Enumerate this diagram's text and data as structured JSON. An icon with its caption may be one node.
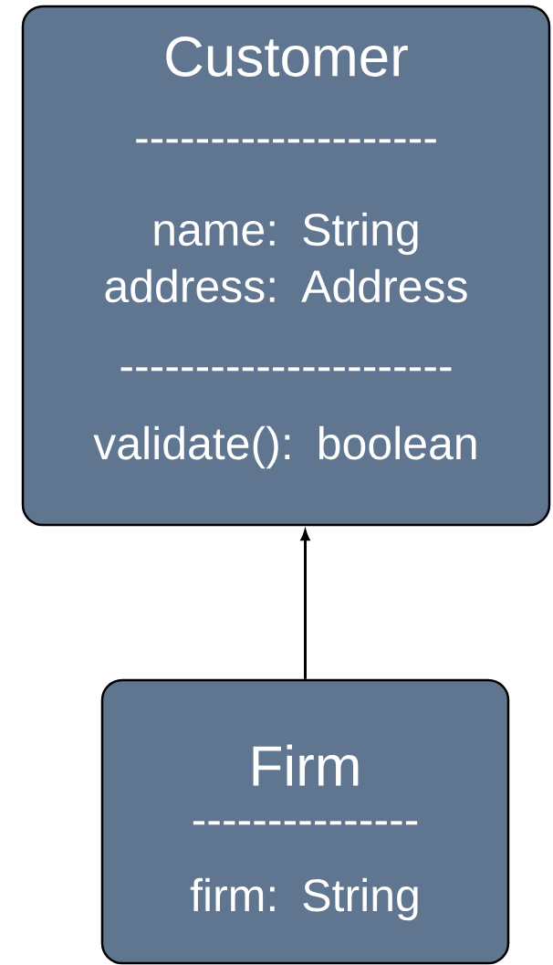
{
  "diagram": {
    "nodes": [
      {
        "text": [
          "Customer",
          "--------------------",
          "name: String address: Address",
          "----------------------",
          "validate(): boolean"
        ]
      },
      {
        "text": [
          "Firm",
          "---------------",
          "firm: String"
        ]
      }
    ],
    "edges": [
      {
        "from": 1,
        "to": 0,
        "arrow": "to"
      }
    ]
  }
}
